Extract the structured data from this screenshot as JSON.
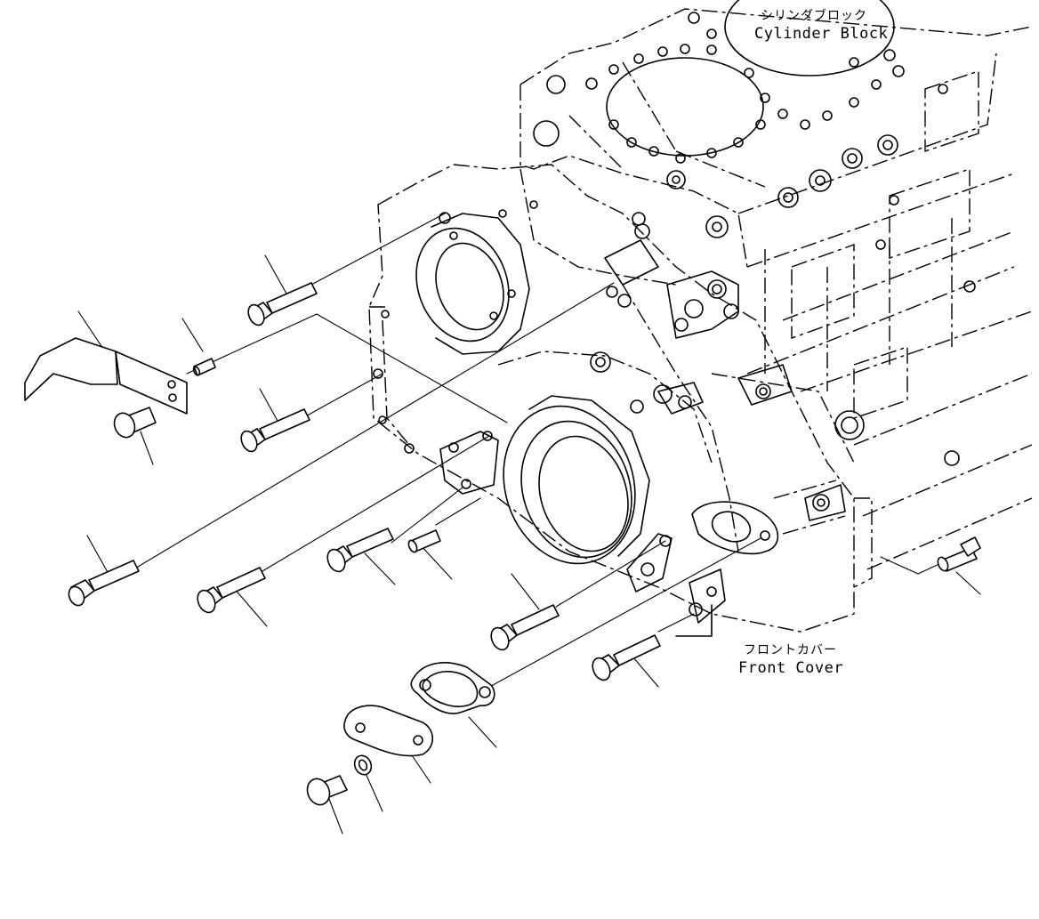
{
  "labels": {
    "cylinder_block_jp": "シリンダブロック",
    "cylinder_block_en": "Cylinder Block",
    "front_cover_jp": "フロントカバー",
    "front_cover_en": "Front Cover"
  }
}
